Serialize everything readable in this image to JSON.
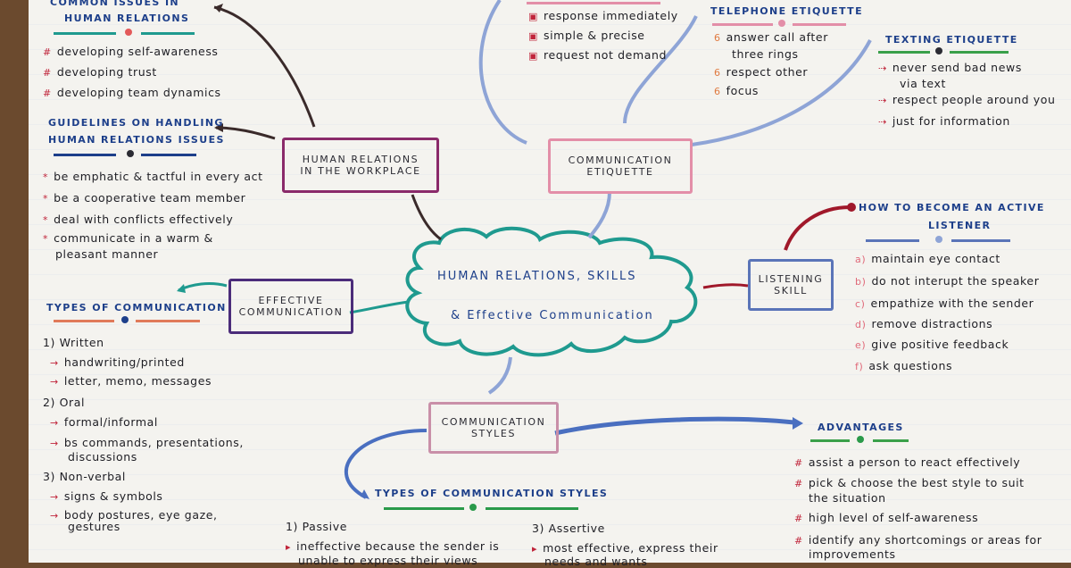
{
  "center": {
    "line1": "HUMAN RELATIONS, SKILLS",
    "line2": "& Effective Communication"
  },
  "boxes": {
    "human_relations": [
      "HUMAN RELATIONS",
      "IN THE WORKPLACE"
    ],
    "comm_etiquette": [
      "COMMUNICATION",
      "ETIQUETTE"
    ],
    "listening": [
      "LISTENING",
      "SKILL"
    ],
    "effective_comm": [
      "EFFECTIVE",
      "COMMUNICATION"
    ],
    "comm_styles": [
      "COMMUNICATION",
      "STYLES"
    ]
  },
  "common_issues": {
    "title": [
      "COMMON ISSUES IN",
      "HUMAN RELATIONS"
    ],
    "items": [
      "developing self-awareness",
      "developing trust",
      "developing team dynamics"
    ]
  },
  "guidelines": {
    "title": [
      "GUIDELINES ON HANDLING",
      "HUMAN RELATIONS ISSUES"
    ],
    "items": [
      "be emphatic & tactful in every act",
      "be a cooperative team member",
      "deal with conflicts effectively",
      "communicate in a warm &",
      "pleasant manner"
    ]
  },
  "etiquette_general": {
    "items": [
      "response immediately",
      "simple & precise",
      "request not demand"
    ]
  },
  "telephone": {
    "title": "TELEPHONE ETIQUETTE",
    "items": [
      "answer call after",
      "three rings",
      "respect other",
      "focus"
    ],
    "marker": "6"
  },
  "texting": {
    "title": "TEXTING ETIQUETTE",
    "items": [
      "never send bad news",
      "via text",
      "respect people around you",
      "just for information"
    ]
  },
  "active_listener": {
    "title": [
      "HOW TO BECOME AN ACTIVE",
      "LISTENER"
    ],
    "markers": [
      "a)",
      "b)",
      "c)",
      "d)",
      "e)",
      "f)"
    ],
    "items": [
      "maintain eye contact",
      "do not interupt the speaker",
      "empathize with the sender",
      "remove distractions",
      "give positive feedback",
      "ask questions"
    ]
  },
  "types_comm": {
    "title": "TYPES OF COMMUNICATION",
    "written": "1) Written",
    "written_items": [
      "handwriting/printed",
      "letter, memo, messages"
    ],
    "oral": "2) Oral",
    "oral_items": [
      "formal/informal",
      "bs commands, presentations,",
      "discussions"
    ],
    "nonverbal": "3) Non-verbal",
    "nonverbal_items": [
      "signs & symbols",
      "body postures, eye gaze,",
      "gestures"
    ]
  },
  "types_styles": {
    "title": "TYPES OF COMMUNICATION STYLES",
    "passive": "1) Passive",
    "passive_items": [
      "ineffective because the sender is",
      "unable to express their views"
    ],
    "assertive": "3) Assertive",
    "assertive_items": [
      "most effective, express their",
      "needs and wants"
    ]
  },
  "advantages": {
    "title": "ADVANTAGES",
    "items": [
      "assist a person to react effectively",
      "pick & choose the best style to suit",
      "the situation",
      "high level of self-awareness",
      "identify any shortcomings or areas for",
      "improvements"
    ]
  },
  "colors": {
    "cloud": "#1f9a8f",
    "ink": "#1d3f8a",
    "red": "#c0243a"
  }
}
